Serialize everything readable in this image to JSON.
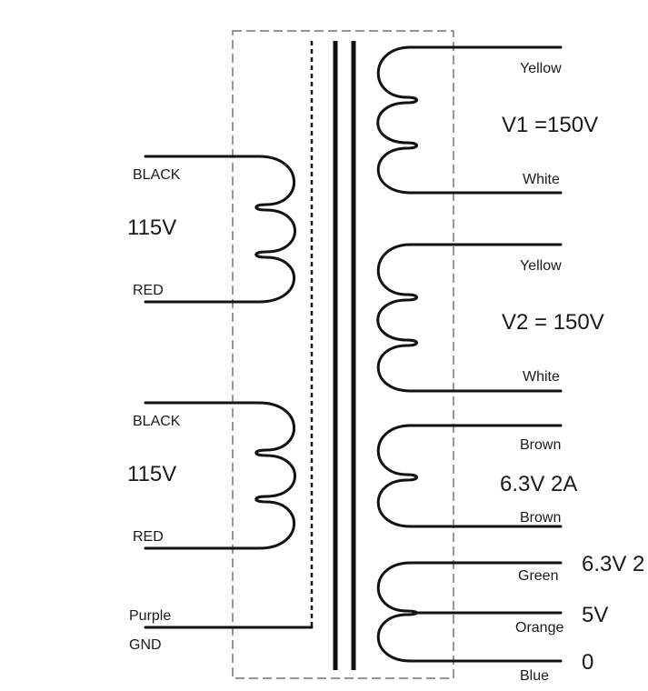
{
  "primary": [
    {
      "top_wire": "BLACK",
      "bottom_wire": "RED",
      "voltage": "115V"
    },
    {
      "top_wire": "BLACK",
      "bottom_wire": "RED",
      "voltage": "115V"
    }
  ],
  "shield": {
    "top_wire": "Purple",
    "bottom_label": "GND"
  },
  "secondary": [
    {
      "top_wire": "Yellow",
      "bottom_wire": "White",
      "voltage": "V1 =150V"
    },
    {
      "top_wire": "Yellow",
      "bottom_wire": "White",
      "voltage": "V2 = 150V"
    },
    {
      "top_wire": "Brown",
      "bottom_wire": "Brown",
      "voltage": "6.3V 2A"
    }
  ],
  "tapped_winding": {
    "wires": [
      "Green",
      "Orange",
      "Blue"
    ],
    "voltages": [
      "6.3V 2",
      "5V",
      "0"
    ]
  }
}
